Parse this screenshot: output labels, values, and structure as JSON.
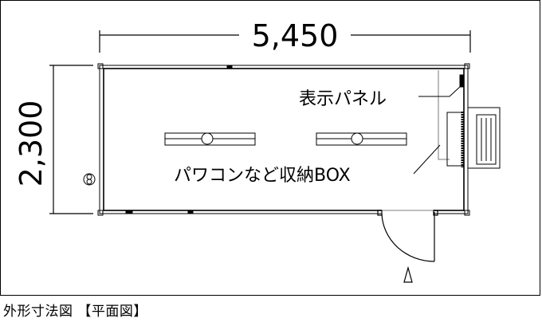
{
  "dimensions": {
    "width": "5,450",
    "height": "2,300"
  },
  "labels": {
    "display_panel": "表示パネル",
    "storage_box": "パワコンなど収納BOX"
  },
  "caption": "外形寸法図 【平面図】",
  "colors": {
    "line": "#000000",
    "background": "#ffffff"
  }
}
